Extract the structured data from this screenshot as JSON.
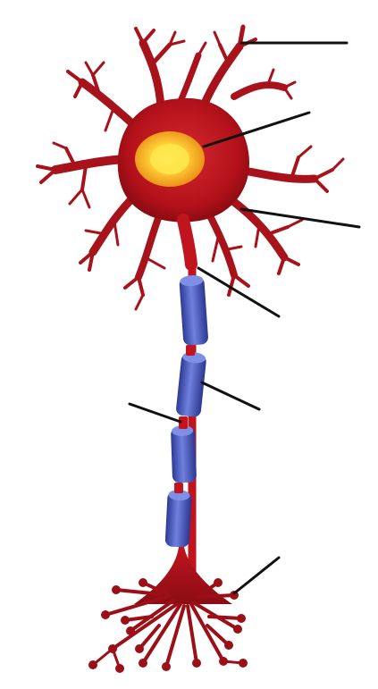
{
  "diagram": {
    "colors": {
      "cell_body": "#b3111a",
      "cell_body_dark": "#7d0a10",
      "dendrite": "#a8121b",
      "axon": "#c0141e",
      "nucleus_outer": "#f4a21c",
      "nucleus_inner": "#ffe04a",
      "myelin": "#3f4fb0",
      "myelin_highlight": "#7f8fe6",
      "terminal_bulb": "#9c0f17",
      "label_line": "#111111"
    },
    "label_lines": [
      {
        "points_to": "dendrite",
        "text": ""
      },
      {
        "points_to": "nucleus",
        "text": ""
      },
      {
        "points_to": "cell-body",
        "text": ""
      },
      {
        "points_to": "axon",
        "text": ""
      },
      {
        "points_to": "myelin-sheath",
        "text": ""
      },
      {
        "points_to": "node-of-ranvier",
        "text": ""
      },
      {
        "points_to": "axon-terminal",
        "text": ""
      }
    ]
  }
}
